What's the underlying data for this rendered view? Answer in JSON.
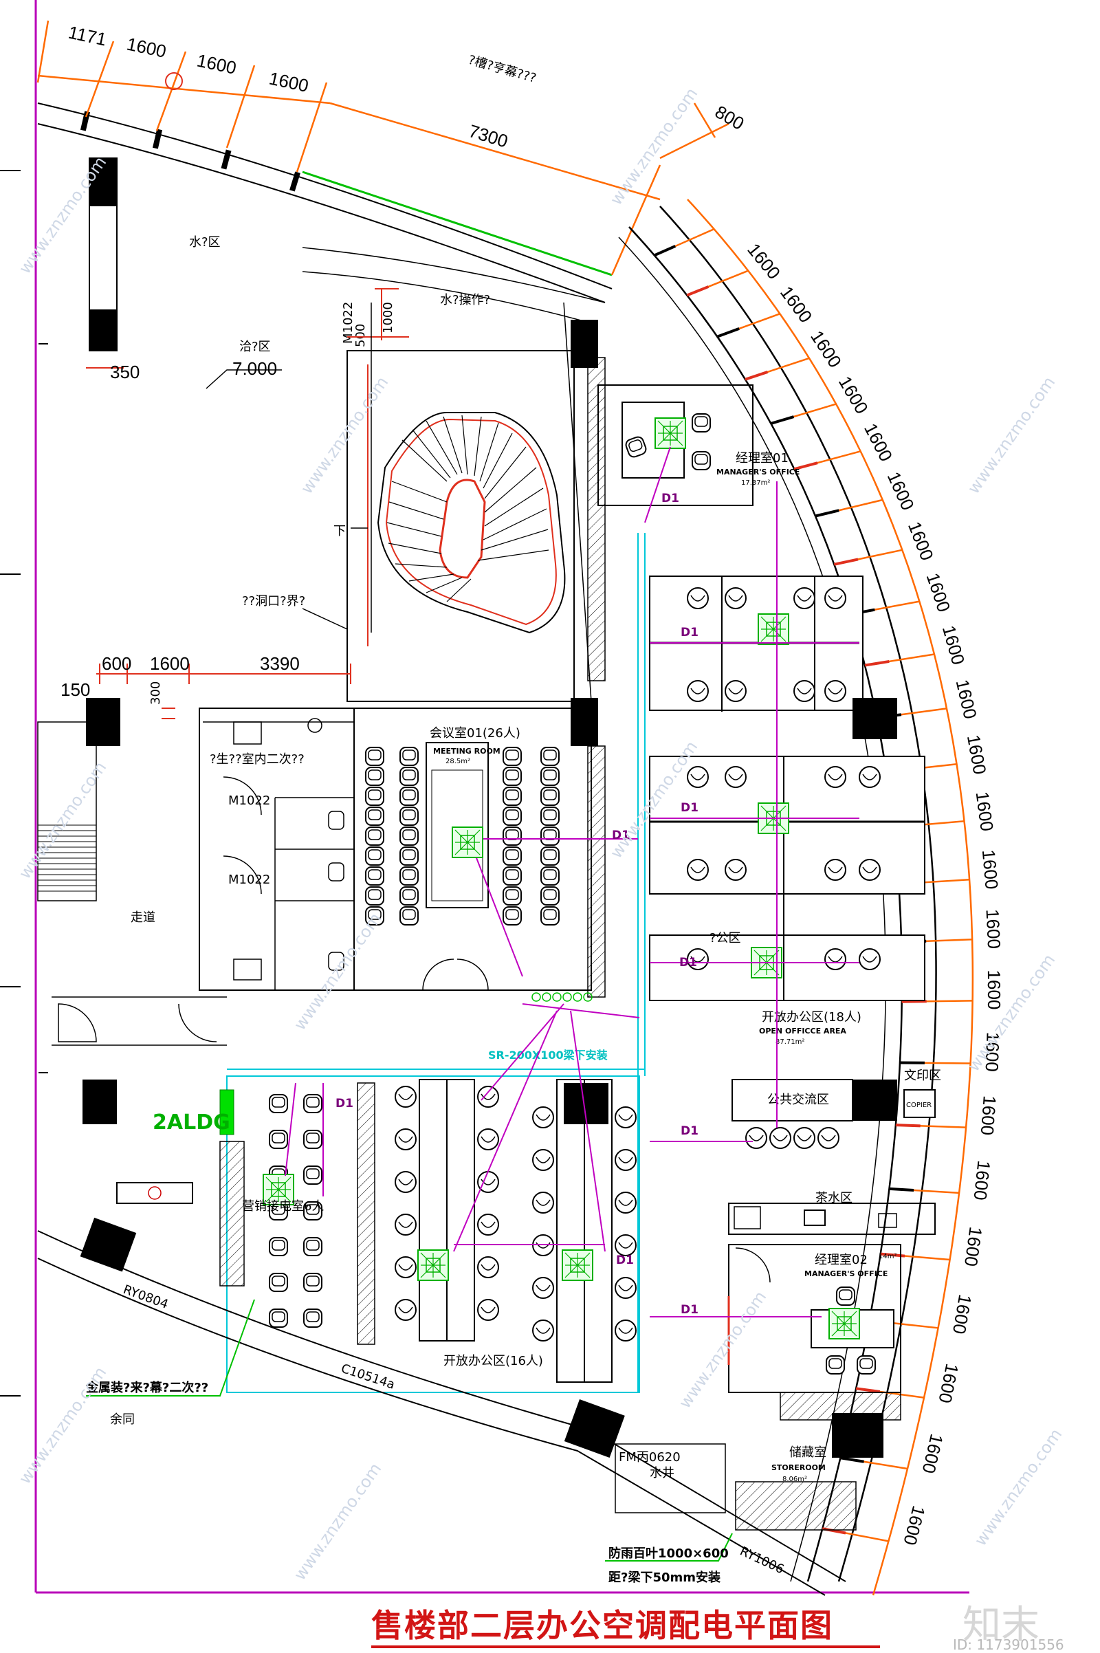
{
  "title": "售楼部二层办公空调配电平面图",
  "watermark": {
    "logo": "知末",
    "id": "ID: 1173901556",
    "site": "www.znzmo.com"
  },
  "top_dims": [
    "1171",
    "1600",
    "1600",
    "1600"
  ],
  "top_long_dim": "7300",
  "top_note": "?槽?亨幕???",
  "dim_800": "800",
  "arc_dims": [
    "1600",
    "1600",
    "1600",
    "1600",
    "1600",
    "1600",
    "1600",
    "1600",
    "1600",
    "1600",
    "1600",
    "1600",
    "1600",
    "1600",
    "1600",
    "1600",
    "1600",
    "1600",
    "1600",
    "1600",
    "1600",
    "1600",
    "1600"
  ],
  "left_dims": {
    "d350": "350",
    "d150": "150",
    "d600": "600",
    "d1600": "1600",
    "d3390": "3390",
    "d300": "300",
    "d1000": "1000",
    "d500": "500",
    "m1022_top": "M1022"
  },
  "rooms": {
    "water_area": "水?区",
    "water_op": "水?操作?",
    "ne_zone": "洽?区",
    "elev": "7.000",
    "stair_down": "下",
    "stair_hole": "??洞口?界?",
    "toilet": "?生??室内二次??",
    "m1022_a": "M1022",
    "m1022_b": "M1022",
    "corridor": "走道",
    "meeting_cn": "会议室01(26人)",
    "meeting_en": "MEETING ROOM",
    "meeting_area": "28.5m²",
    "manager1_cn": "经理室01",
    "manager1_en": "MANAGER'S OFFICE",
    "manager1_area": "17.37m²",
    "office_area": "?公区",
    "open_office_cn": "开放办公区(18人)",
    "open_office_en": "OPEN OFFICCE AREA",
    "open_office_area": "87.71m²",
    "print": "文印区",
    "copier": "COPIER",
    "public": "公共交流区",
    "tea": "茶水区",
    "manager2_cn": "经理室02",
    "manager2_area": "14m²",
    "manager2_en": "MANAGER'S OFFICE",
    "sales_cn": "营销接电室6人",
    "open16": "开放办公区(16人)",
    "storage_cn": "储藏室",
    "storage_en": "STOREROOM",
    "storage_area": "8.06m²",
    "water_well": "水井",
    "fm": "FM丙0620"
  },
  "electrical": {
    "panel": "2ALDG",
    "trunking": "SR-200X100梁下安装",
    "circuit": "D1"
  },
  "notes": {
    "metal": "金属装?来?幕?二次??",
    "metal2": "余同",
    "louver": "防雨百叶1000×600",
    "louver2": "距?梁下50mm安装",
    "ry0804": "RY0804",
    "c10514": "C10514a",
    "ry1006": "RY1006"
  },
  "colors": {
    "red": "#e0301e",
    "orange": "#ff6a00",
    "green": "#00c000",
    "magenta": "#c000c0",
    "cyan": "#00c8d8",
    "violet": "#a000a0",
    "title": "#d21515"
  }
}
